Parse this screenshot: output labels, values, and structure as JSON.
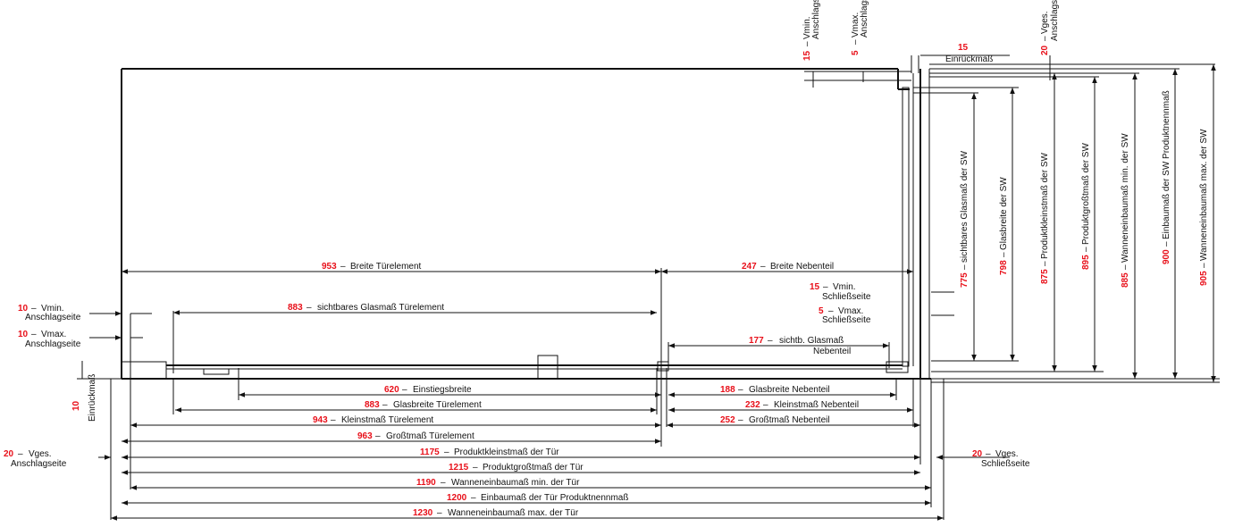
{
  "colors": {
    "number": "#e8101a",
    "line": "#111111",
    "background": "#ffffff"
  },
  "top": {
    "vmin_num": "15",
    "vmin_text": "Vmin.",
    "vmin_sub": "Anschlagseite",
    "vmax_num": "5",
    "vmax_text": "Vmax.",
    "vmax_sub": "Anschlagseite",
    "einrueck_num": "15",
    "einrueck_text": "Einrückmaß",
    "vges_num": "20",
    "vges_text": "Vges.",
    "vges_sub": "Anschlagseite"
  },
  "upper": {
    "breite_tuer_num": "953",
    "breite_tuer_text": "Breite Türelement",
    "breite_neben_num": "247",
    "breite_neben_text": "Breite Nebenteil",
    "sichtbar_num": "883",
    "sichtbar_text": "sichtbares Glasmaß Türelement",
    "sichtb_neben_num": "177",
    "sichtb_neben_text": "sichtb. Glasmaß",
    "sichtb_neben_text2": "Nebenteil"
  },
  "left": {
    "vmin_num": "10",
    "vmin_text": "Vmin.",
    "vmin_sub": "Anschlagseite",
    "vmax_num": "10",
    "vmax_text": "Vmax.",
    "vmax_sub": "Anschlagseite",
    "einrueck_num": "10",
    "einrueck_text": "Einrückmaß",
    "vges_num": "20",
    "vges_text": "Vges.",
    "vges_sub": "Anschlagseite"
  },
  "right_side": {
    "vmin_num": "15",
    "vmin_text": "Vmin.",
    "vmin_sub": "Schließseite",
    "vmax_num": "5",
    "vmax_text": "Vmax.",
    "vmax_sub": "Schließseite",
    "vges_num": "20",
    "vges_text": "Vges.",
    "vges_sub": "Schließseite"
  },
  "bottom": {
    "einstieg_num": "620",
    "einstieg_text": "Einstiegsbreite",
    "glasbreite_num": "883",
    "glasbreite_text": "Glasbreite Türelement",
    "klein_num": "943",
    "klein_text": "Kleinstmaß Türelement",
    "gross_num": "963",
    "gross_text": "Großtmaß Türelement",
    "glasneben_num": "188",
    "glasneben_text": "Glasbreite Nebenteil",
    "kleinneben_num": "232",
    "kleinneben_text": "Kleinstmaß Nebenteil",
    "grossneben_num": "252",
    "grossneben_text": "Großtmaß Nebenteil",
    "prodklein_num": "1175",
    "prodklein_text": "Produktkleinstmaß der Tür",
    "prodgross_num": "1215",
    "prodgross_text": "Produktgroßtmaß der Tür",
    "wannemin_num": "1190",
    "wannemin_text": "Wanneneinbaumaß min. der Tür",
    "einbau_num": "1200",
    "einbau_text": "Einbaumaß der Tür Produktnennmaß",
    "wannemax_num": "1230",
    "wannemax_text": "Wanneneinbaumaß max. der Tür"
  },
  "vertical": {
    "v775_num": "775",
    "v775_text": "sichtbares Glasmaß der SW",
    "v798_num": "798",
    "v798_text": "Glasbreite der SW",
    "v875_num": "875",
    "v875_text": "Produktkleinstmaß der SW",
    "v895_num": "895",
    "v895_text": "Produktgroßtmaß der SW",
    "v885_num": "885",
    "v885_text": "Wanneneinbaumaß min. der SW",
    "v900_num": "900",
    "v900_text": "Einbaumaß der SW Produktnennmaß",
    "v905_num": "905",
    "v905_text": "Wanneneinbaumaß max. der SW"
  }
}
